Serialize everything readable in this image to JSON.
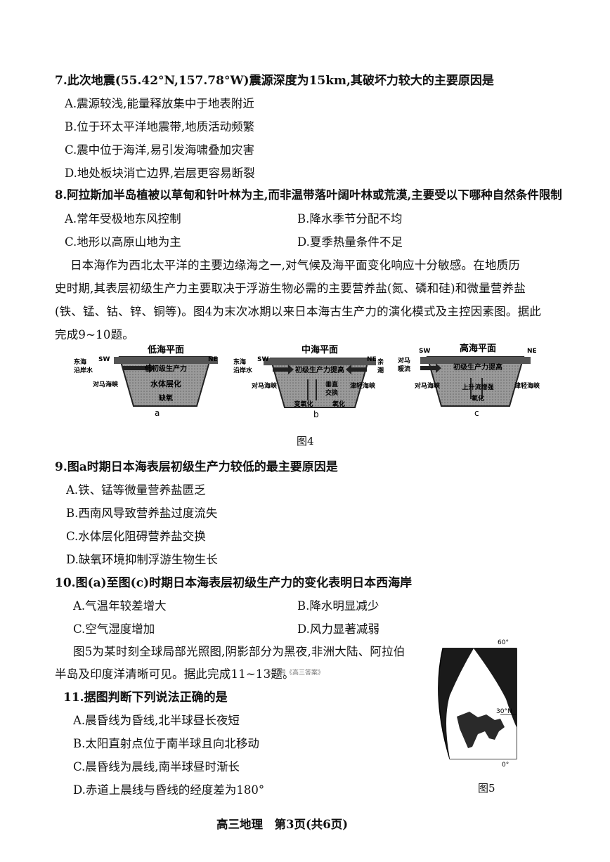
{
  "q7": {
    "stem": "7.此次地震(55.42°N,157.78°W)震源深度为15km,其破坏力较大的主要原因是",
    "options": [
      "A.震源较浅,能量释放集中于地表附近",
      "B.位于环太平洋地震带,地质活动频繁",
      "C.震中位于海洋,易引发海啸叠加灾害",
      "D.地处板块消亡边界,岩层更容易断裂"
    ]
  },
  "q8": {
    "stem": "8.阿拉斯加半岛植被以草甸和针叶林为主,而非温带落叶阔叶林或荒漠,主要受以下哪种自然条件限制",
    "options": [
      "A.常年受极地东风控制",
      "B.降水季节分配不均",
      "C.地形以高原山地为主",
      "D.夏季热量条件不足"
    ]
  },
  "passage1": [
    "日本海作为西北太平洋的主要边缘海之一,对气候及海平面变化响应十分敏感。在地质历",
    "史时期,其表层初级生产力主要取决于浮游生物必需的主要营养盐(氮、磷和硅)和微量营养盐",
    "(铁、锰、钴、锌、铜等)。图4为末次冰期以来日本海古生产力的演化模式及主控因素图。据此",
    "完成9~10题。"
  ],
  "fig4": {
    "caption": "图4",
    "panels": [
      {
        "letter": "a",
        "sea_level": "低海平面",
        "sw": "SW",
        "ne": "NE",
        "left_current": "东海\n沿岸水",
        "right_current": "",
        "inner": [
          "低初级生产力",
          "水体层化",
          "缺氧"
        ],
        "strait_left": "对马海峡",
        "strait_right": ""
      },
      {
        "letter": "b",
        "sea_level": "中海平面",
        "sw": "SW",
        "ne": "NE",
        "left_current": "东海\n沿岸水",
        "right_current": "亲\n潮",
        "inner": [
          "初级生产力提高",
          "垂直",
          "交换",
          "变氧化",
          "氧化"
        ],
        "strait_left": "对马海峡",
        "strait_right": "津轻海峡"
      },
      {
        "letter": "c",
        "sea_level": "高海平面",
        "sw": "SW",
        "ne": "NE",
        "left_current": "对马\n暖流",
        "right_current": "",
        "inner": [
          "初级生产力提高",
          "上升流增强",
          "氧化"
        ],
        "strait_left": "对马海峡",
        "strait_right": "津轻海峡"
      }
    ]
  },
  "q9": {
    "stem": "9.图a时期日本海表层初级生产力较低的最主要原因是",
    "options": [
      "A.铁、锰等微量营养盐匮乏",
      "B.西南风导致营养盐过度流失",
      "C.水体层化阻碍营养盐交换",
      "D.缺氧环境抑制浮游生物生长"
    ]
  },
  "q10": {
    "stem": "10.图(a)至图(c)时期日本海表层初级生产力的变化表明日本西海岸",
    "options": [
      "A.气温年较差增大",
      "B.降水明显减少",
      "C.空气湿度增加",
      "D.风力显著减弱"
    ]
  },
  "passage2": [
    "图5为某时刻全球局部光照图,阴影部分为黑夜,非洲大陆、阿拉伯",
    "半岛及印度洋清晰可见。据此完成11~13题。"
  ],
  "watermark": "公众号《高三答案》",
  "q11": {
    "stem": "11.据图判断下列说法正确的是",
    "options": [
      "A.晨昏线为昏线,北半球昼长夜短",
      "B.太阳直射点位于南半球且向北移动",
      "C.晨昏线为晨线,南半球昼时渐长",
      "D.赤道上晨线与昏线的经度差为180°"
    ]
  },
  "fig5": {
    "caption": "图5",
    "lat_60": "60°",
    "lat_30": "30°N",
    "lat_0": "0°"
  },
  "footer": "高三地理　第3页(共6页)"
}
